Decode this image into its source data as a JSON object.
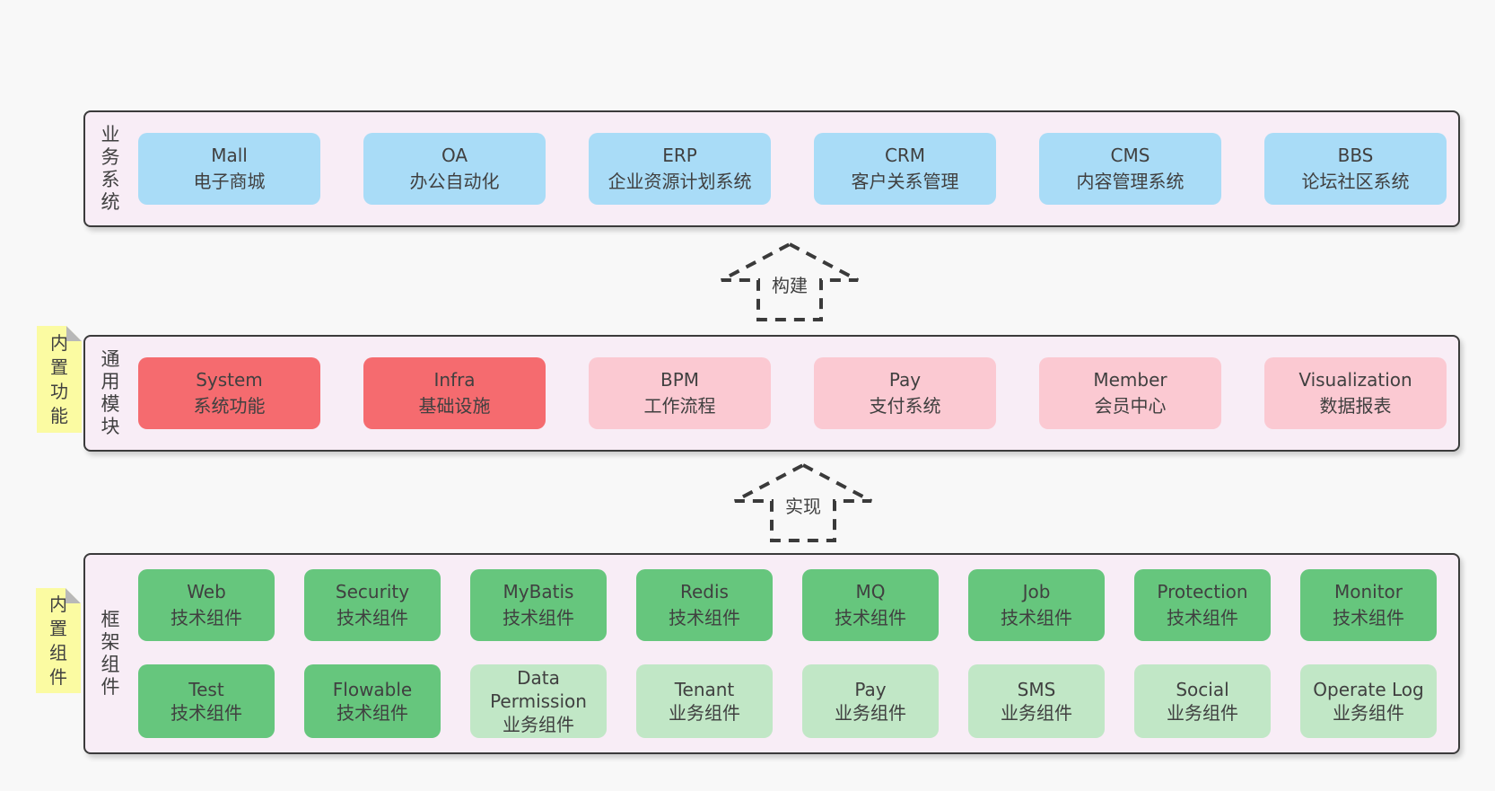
{
  "palette": {
    "page_bg": "#f8f8f8",
    "panel_bg": "#f8edf6",
    "panel_border": "#3b3b3b",
    "blue": "#a9dcf7",
    "red": "#f56b6f",
    "pink": "#fbc9d2",
    "green": "#66c67d",
    "light_green": "#c1e7c6",
    "note_yellow": "#fbfba2",
    "note_fold": "#b8b8b8",
    "text": "#404040",
    "arrow": "#3a3a3a"
  },
  "arrows": [
    {
      "label": "构建"
    },
    {
      "label": "实现"
    }
  ],
  "sections": [
    {
      "label": "业务系统",
      "rows": [
        [
          {
            "name": "Mall",
            "desc": "电子商城"
          },
          {
            "name": "OA",
            "desc": "办公自动化"
          },
          {
            "name": "ERP",
            "desc": "企业资源计划系统"
          },
          {
            "name": "CRM",
            "desc": "客户关系管理"
          },
          {
            "name": "CMS",
            "desc": "内容管理系统"
          },
          {
            "name": "BBS",
            "desc": "论坛社区系统"
          }
        ]
      ]
    },
    {
      "label": "通用模块",
      "note": "内置功能",
      "rows": [
        [
          {
            "name": "System",
            "desc": "系统功能"
          },
          {
            "name": "Infra",
            "desc": "基础设施"
          },
          {
            "name": "BPM",
            "desc": "工作流程"
          },
          {
            "name": "Pay",
            "desc": "支付系统"
          },
          {
            "name": "Member",
            "desc": "会员中心"
          },
          {
            "name": "Visualization",
            "desc": "数据报表"
          }
        ]
      ]
    },
    {
      "label": "框架组件",
      "note": "内置组件",
      "rows": [
        [
          {
            "name": "Web",
            "desc": "技术组件"
          },
          {
            "name": "Security",
            "desc": "技术组件"
          },
          {
            "name": "MyBatis",
            "desc": "技术组件"
          },
          {
            "name": "Redis",
            "desc": "技术组件"
          },
          {
            "name": "MQ",
            "desc": "技术组件"
          },
          {
            "name": "Job",
            "desc": "技术组件"
          },
          {
            "name": "Protection",
            "desc": "技术组件"
          },
          {
            "name": "Monitor",
            "desc": "技术组件"
          }
        ],
        [
          {
            "name": "Test",
            "desc": "技术组件"
          },
          {
            "name": "Flowable",
            "desc": "技术组件"
          },
          {
            "name": "Data Permission",
            "desc": "业务组件"
          },
          {
            "name": "Tenant",
            "desc": "业务组件"
          },
          {
            "name": "Pay",
            "desc": "业务组件"
          },
          {
            "name": "SMS",
            "desc": "业务组件"
          },
          {
            "name": "Social",
            "desc": "业务组件"
          },
          {
            "name": "Operate Log",
            "desc": "业务组件"
          }
        ]
      ]
    }
  ]
}
